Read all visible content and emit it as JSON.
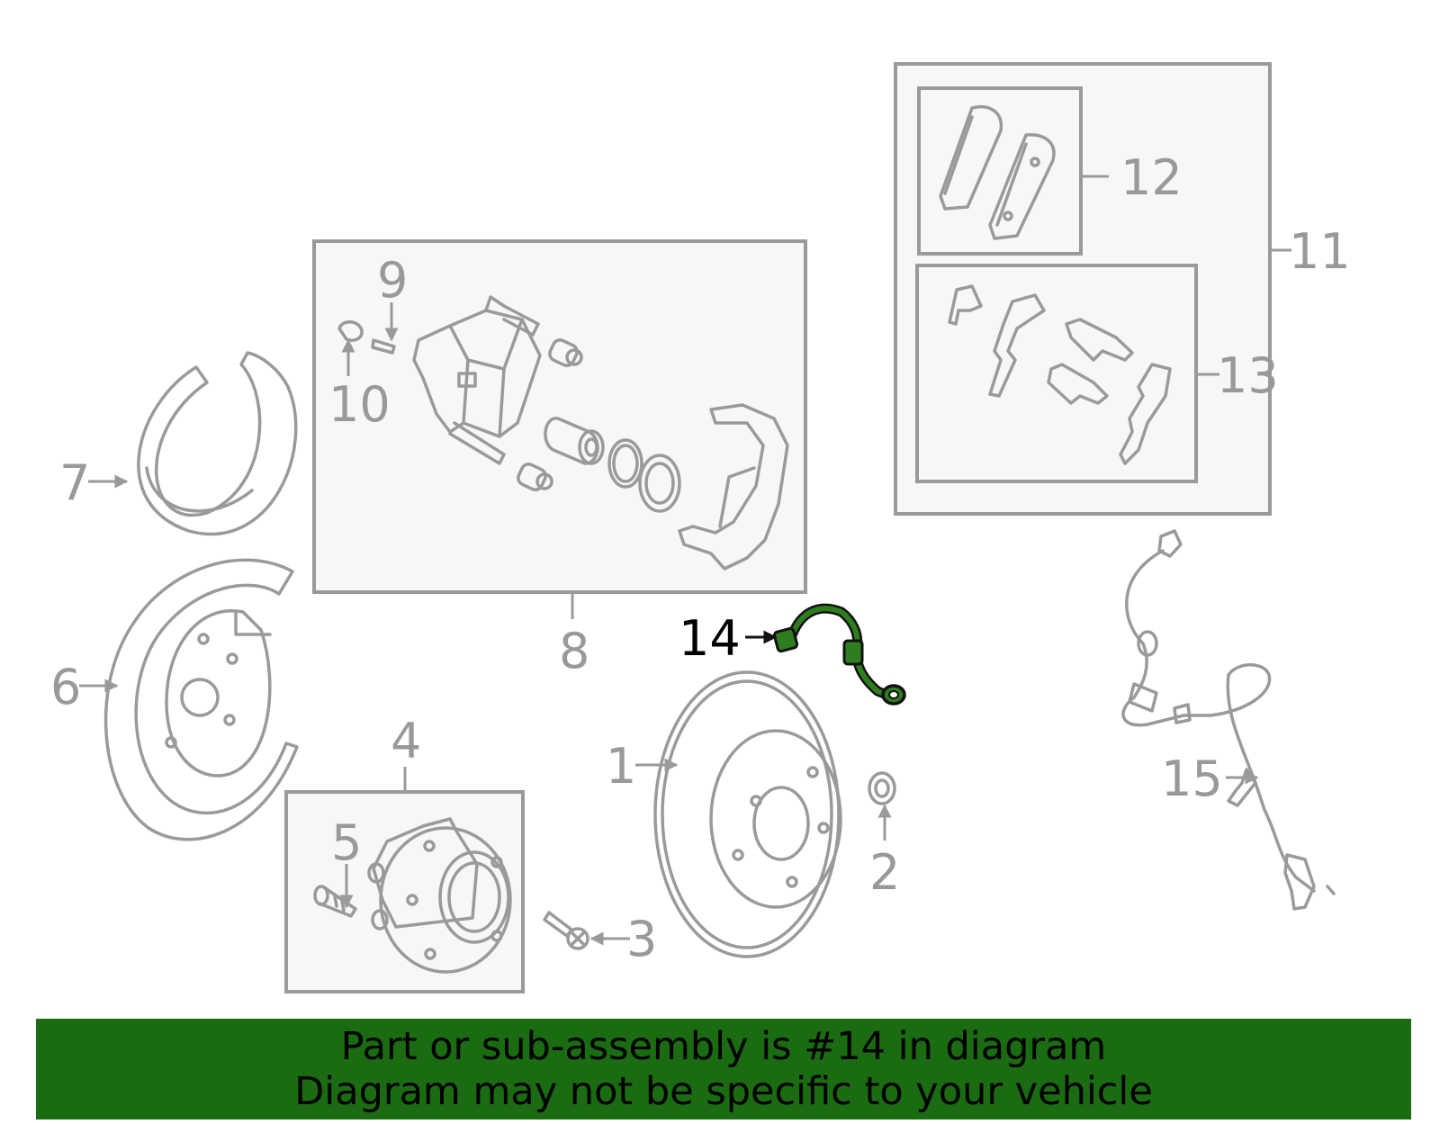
{
  "callouts": {
    "c1": "1",
    "c2": "2",
    "c3": "3",
    "c4": "4",
    "c5": "5",
    "c6": "6",
    "c7": "7",
    "c8": "8",
    "c9": "9",
    "c10": "10",
    "c11": "11",
    "c12": "12",
    "c13": "13",
    "c14": "14",
    "c15": "15"
  },
  "highlighted_part": "14",
  "colors": {
    "line": "#9a9a9a",
    "label": "#999999",
    "highlight_part": "#2e7d1e",
    "banner": "#1a6b12"
  },
  "banner": {
    "line1": "Part or sub-assembly is #14 in diagram",
    "line2": "Diagram may not be specific to your vehicle"
  }
}
